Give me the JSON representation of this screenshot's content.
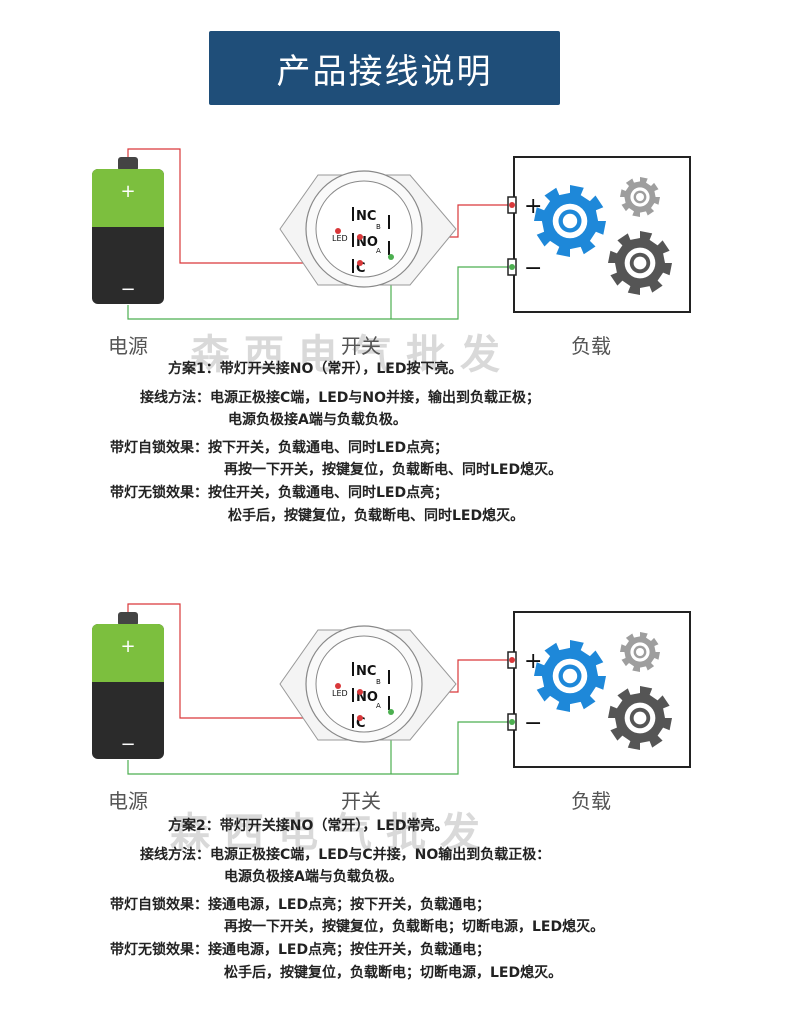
{
  "title": "产品接线说明",
  "sections": [
    {
      "labels": {
        "battery": "电源",
        "switch": "开关",
        "load": "负载"
      },
      "watermark": "森西电气批发",
      "pins": {
        "nc": "NC",
        "no": "NO",
        "c": "C",
        "b": "B",
        "a": "A",
        "led": "LED"
      },
      "battery_plus": "+",
      "battery_minus": "−",
      "load_plus": "+",
      "load_minus": "−",
      "lines": [
        {
          "key": "方案1：",
          "value": "带灯开关接NO（常开），LED按下亮。"
        },
        {
          "key": "接线方法：",
          "value": "电源正极接C端，LED与NO并接，输出到负载正极；"
        },
        {
          "key": "",
          "value": "电源负极接A端与负载负极。"
        },
        {
          "key": "带灯自锁效果：",
          "value": "按下开关，负载通电、同时LED点亮；"
        },
        {
          "key": "",
          "value": "再按一下开关，按键复位，负载断电、同时LED熄灭。"
        },
        {
          "key": "带灯无锁效果：",
          "value": "按住开关，负载通电、同时LED点亮；"
        },
        {
          "key": "",
          "value": "松手后，按键复位，负载断电、同时LED熄灭。"
        }
      ]
    },
    {
      "labels": {
        "battery": "电源",
        "switch": "开关",
        "load": "负载"
      },
      "watermark": "森西电气批发",
      "pins": {
        "nc": "NC",
        "no": "NO",
        "c": "C",
        "b": "B",
        "a": "A",
        "led": "LED"
      },
      "battery_plus": "+",
      "battery_minus": "−",
      "load_plus": "+",
      "load_minus": "−",
      "lines": [
        {
          "key": "方案2：",
          "value": "带灯开关接NO（常开），LED常亮。"
        },
        {
          "key": "接线方法：",
          "value": "电源正极接C端，LED与C并接，NO输出到负载正极："
        },
        {
          "key": "",
          "value": "电源负极接A端与负载负极。"
        },
        {
          "key": "带灯自锁效果：",
          "value": "接通电源，LED点亮；按下开关，负载通电；"
        },
        {
          "key": "",
          "value": "再按一下开关，按键复位，负载断电；切断电源，LED熄灭。"
        },
        {
          "key": "带灯无锁效果：",
          "value": "接通电源，LED点亮；按住开关，负载通电；"
        },
        {
          "key": "",
          "value": "松手后，按键复位，负载断电；切断电源，LED熄灭。"
        }
      ]
    }
  ],
  "colors": {
    "title_bg": "#1f4e79",
    "wire_red": "#d9383a",
    "wire_green": "#4caf50",
    "gear_blue": "#1e88d9",
    "gear_gray": "#555555",
    "gear_light": "#9e9e9e"
  }
}
